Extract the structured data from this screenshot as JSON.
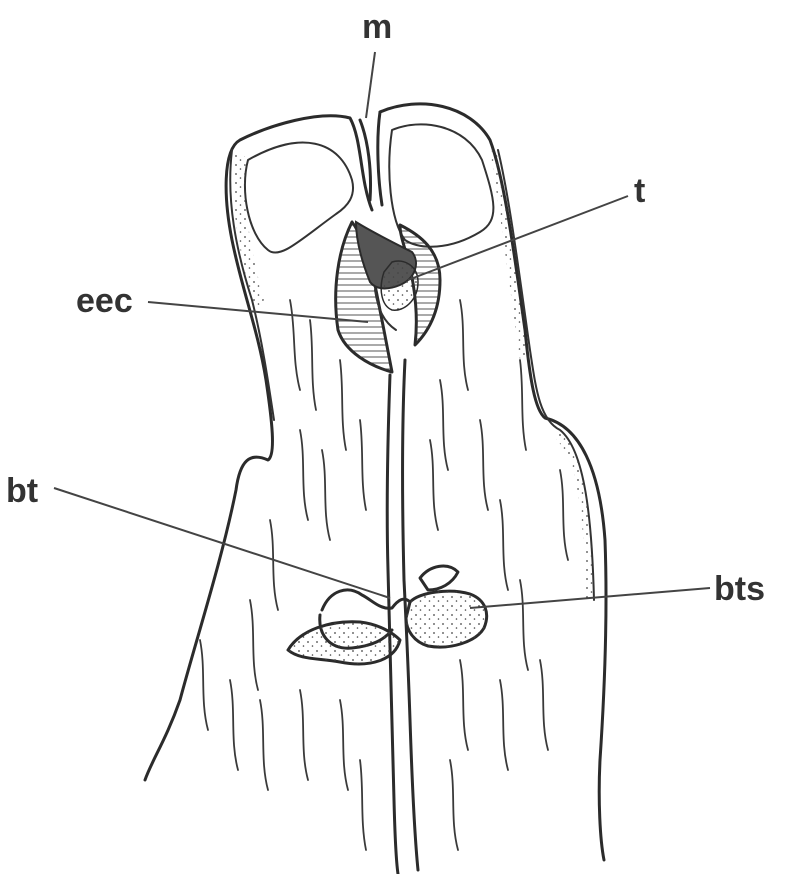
{
  "labels": {
    "m": "m",
    "t": "t",
    "eec": "eec",
    "bt": "bt",
    "bts": "bts"
  },
  "colors": {
    "ink": "#2b2b2b",
    "label": "#333333",
    "tooth": "#555555",
    "background": "#ffffff"
  }
}
